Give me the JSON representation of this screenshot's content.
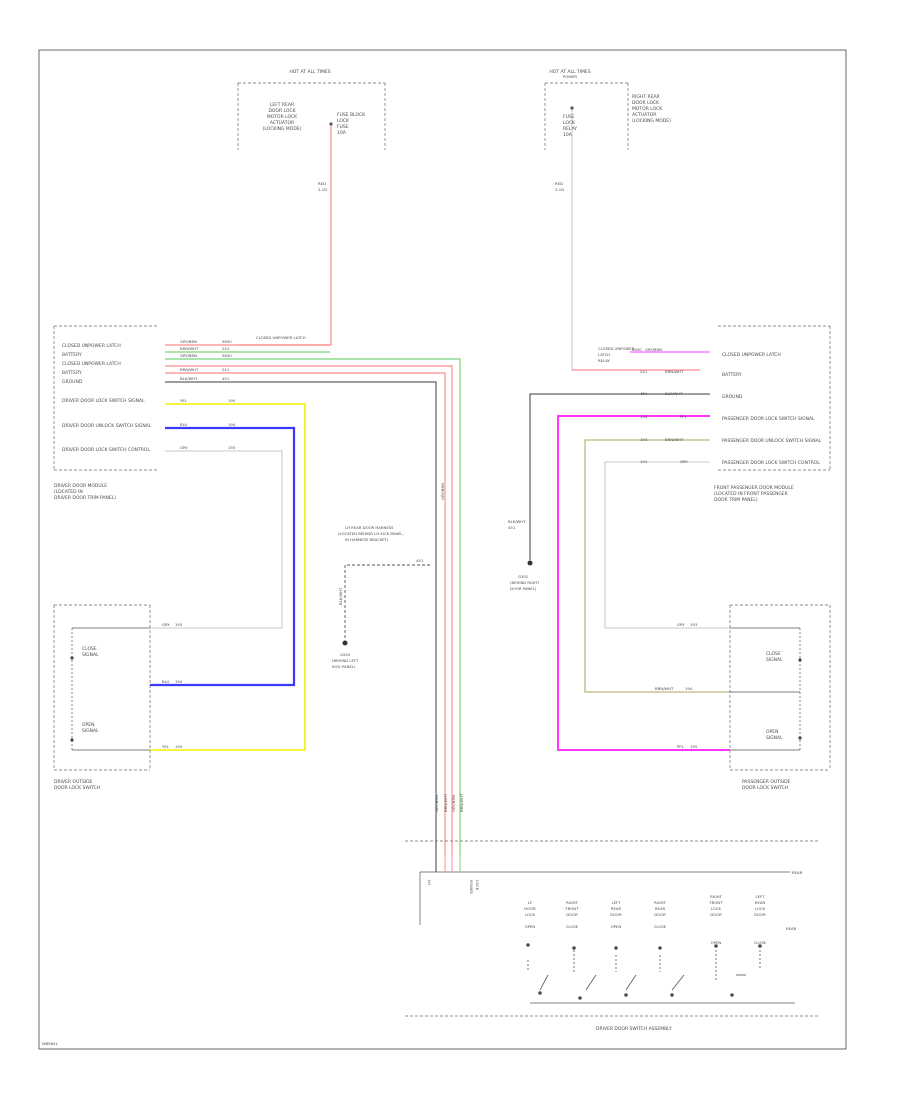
{
  "top_left_block": {
    "header": "HOT AT ALL TIMES",
    "component": [
      "LEFT REAR",
      "DOOR LOCK",
      "MOTOR LOCK",
      "ACTUATOR",
      "(LOCKING MODE)"
    ],
    "fuse": [
      "FUSE BLOCK",
      "LOCK",
      "FUSE",
      "10A"
    ],
    "wire": [
      "RED",
      "2-1D"
    ]
  },
  "top_right_block": {
    "header": "HOT AT ALL TIMES",
    "sub": "POWER",
    "component": [
      "RIGHT REAR",
      "DOOR LOCK",
      "MOTOR LOCK",
      "ACTUATOR",
      "(LOCKING MODE)"
    ],
    "fuse": [
      "FUSE",
      "LOCK",
      "RELAY",
      "10A"
    ],
    "wire": [
      "RED",
      "2-1D"
    ]
  },
  "left_module": {
    "pins": [
      "CLOSED UNPOWER LATCH",
      "BATTERY",
      "CLOSED UNPOWER LATCH",
      "BATTERY",
      "GROUND",
      "DRIVER DOOR LOCK SWITCH SIGNAL",
      "DRIVER DOOR UNLOCK SWITCH SIGNAL",
      "DRIVER DOOR LOCK SWITCH CONTROL"
    ],
    "wires": [
      {
        "name": "GRY/BRN",
        "num": "5650"
      },
      {
        "name": "BRN/WHT",
        "num": "241"
      },
      {
        "name": "GRY/BRN",
        "num": "5650"
      },
      {
        "name": "BRN/WHT",
        "num": "241"
      },
      {
        "name": "BLK/WHT",
        "num": "451"
      },
      {
        "name": "YEL",
        "num": "195"
      },
      {
        "name": "BLU",
        "num": "194"
      },
      {
        "name": "GRY",
        "num": "193"
      }
    ],
    "name": [
      "DRIVER DOOR MODULE",
      "(LOCATED IN",
      "DRIVER DOOR TRIM PANEL)"
    ],
    "splice_note": "CLOSED UNPOWER LATCH"
  },
  "right_module": {
    "pins": [
      "CLOSED UNPOWER LATCH",
      "BATTERY",
      "GROUND",
      "PASSENGER DOOR LOCK SWITCH SIGNAL",
      "PASSENGER DOOR UNLOCK SWITCH SIGNAL",
      "PASSENGER DOOR LOCK SWITCH CONTROL"
    ],
    "wires": [
      {
        "name": "GRY/BRN",
        "num": "5650"
      },
      {
        "name": "BRN/WHT",
        "num": "241"
      },
      {
        "name": "BLK/WHT",
        "num": "451"
      },
      {
        "name": "PPL",
        "num": "195"
      },
      {
        "name": "BRN/WHT",
        "num": "194"
      },
      {
        "name": "GRY",
        "num": "193"
      }
    ],
    "name": [
      "FRONT PASSENGER DOOR MODULE",
      "(LOCATED IN FRONT PASSENGER",
      "DOOR TRIM PANEL)"
    ],
    "fuse_note": [
      "CLOSED UNPOWER",
      "LATCH",
      "RELAY"
    ],
    "ground_wire": [
      "BLK/WHT",
      "451"
    ],
    "ground": [
      "G301",
      "(BEHIND RIGHT",
      "DOOR PANEL)"
    ]
  },
  "center": {
    "ground_note": [
      "LH REAR DOOR HARNESS",
      "(LOCATED BEHIND LH KICK PANEL,",
      "IN HARNESS BRACKET)"
    ],
    "ground_wire": [
      "BLK/WHT",
      "451"
    ],
    "ground": [
      "G204",
      "(BEHIND LEFT",
      "KICK PANEL)"
    ],
    "trunk_wires": [
      "GRY/BRN",
      "BRN/WHT",
      "BRN/WHT",
      "GRY/BRN"
    ],
    "vertical_wires": [
      "GRY/BRN",
      "BRN/WHT",
      "GRY/BRN",
      "BRN/WHT"
    ]
  },
  "left_switch": {
    "labels": [
      "CLOSE",
      "SIGNAL",
      "OPEN",
      "SIGNAL"
    ],
    "wires": [
      {
        "name": "GRY",
        "num": "193"
      },
      {
        "name": "BLU",
        "num": "194"
      },
      {
        "name": "YEL",
        "num": "195"
      }
    ],
    "name": [
      "DRIVER OUTSIDE",
      "DOOR LOCK SWITCH"
    ]
  },
  "right_switch": {
    "labels": [
      "CLOSE",
      "SIGNAL",
      "OPEN",
      "SIGNAL"
    ],
    "wires": [
      {
        "name": "GRY",
        "num": "193"
      },
      {
        "name": "BRN/WHT",
        "num": "194"
      },
      {
        "name": "PPL",
        "num": "195"
      }
    ],
    "name": [
      "PASSENGER OUTSIDE",
      "DOOR LOCK SWITCH"
    ]
  },
  "bottom_assembly": {
    "left_labels": [
      "LH",
      "POWER",
      "LOCK"
    ],
    "edge_label": "REAR",
    "side_label": "REAR",
    "switches": [
      {
        "name": [
          "LF",
          "DOOR",
          "LOCK"
        ],
        "state": "OPEN"
      },
      {
        "name": [
          "RIGHT",
          "FRONT",
          "DOOR"
        ],
        "state": "CLOSE"
      },
      {
        "name": [
          "LEFT",
          "REAR",
          "DOOR"
        ],
        "state": "OPEN"
      },
      {
        "name": [
          "RIGHT",
          "REAR",
          "DOOR"
        ],
        "state": "CLOSE"
      },
      {
        "name": [
          "RIGHT",
          "FRONT",
          "LOCK",
          "DOOR"
        ],
        "state": "OPEN"
      },
      {
        "name": [
          "LEFT",
          "REAR",
          "LOCK",
          "DOOR"
        ],
        "state": "CLOSE"
      }
    ],
    "name": "DRIVER DOOR SWITCH ASSEMBLY"
  },
  "footer_code": "W89841",
  "colors": {
    "red": "#ff8c8c",
    "green": "#7ad47a",
    "yellow": "#f4f000",
    "blue": "#3a3aff",
    "magenta": "#ff35ff",
    "olive": "#bdb77a",
    "gray": "#9a9a9a",
    "black": "#3c3c3c"
  }
}
